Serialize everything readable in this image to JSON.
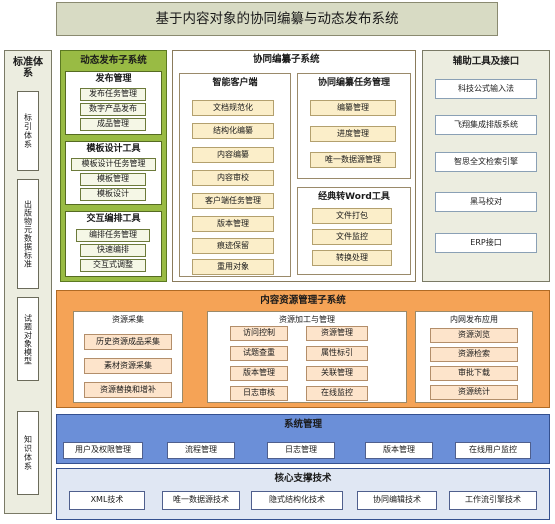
{
  "title": "基于内容对象的协同编纂与动态发布系统",
  "standards": {
    "heading": "标准体系",
    "items": [
      "标引体系",
      "出版物元数据标准",
      "试题对象模型",
      "知识体系"
    ]
  },
  "dynamic": {
    "heading": "动态发布子系统",
    "publish": {
      "heading": "发布管理",
      "items": [
        "发布任务管理",
        "数字产品发布",
        "成品管理"
      ]
    },
    "template": {
      "heading": "模板设计工具",
      "items": [
        "模板设计任务管理",
        "模板管理",
        "模板设计"
      ]
    },
    "layout": {
      "heading": "交互编排工具",
      "items": [
        "编排任务管理",
        "快速编排",
        "交互式调整"
      ]
    }
  },
  "collab": {
    "heading": "协同编纂子系统",
    "client": {
      "heading": "智能客户端",
      "items": [
        "文档规范化",
        "结构化编纂",
        "内容编纂",
        "内容审校",
        "客户端任务管理",
        "版本管理",
        "痕迹保留",
        "重用对象"
      ]
    },
    "task": {
      "heading": "协同编纂任务管理",
      "items": [
        "编纂管理",
        "进度管理",
        "唯一数据源管理"
      ]
    },
    "word": {
      "heading": "经典转Word工具",
      "items": [
        "文件打包",
        "文件监控",
        "转换处理"
      ]
    }
  },
  "aux": {
    "heading": "辅助工具及接口",
    "items": [
      "科技公式输入法",
      "飞翔集成排版系统",
      "智思全文检索引擎",
      "黑马校对",
      "ERP接口"
    ]
  },
  "resource": {
    "heading": "内容资源管理子系统",
    "collect": {
      "heading": "资源采集",
      "items": [
        "历史资源成品采集",
        "素材资源采集",
        "资源替换和增补"
      ]
    },
    "process": {
      "heading": "资源加工与管理",
      "items": [
        "访问控制",
        "资源管理",
        "试题查重",
        "属性标引",
        "版本管理",
        "关联管理",
        "日志审核",
        "在线监控"
      ]
    },
    "intranet": {
      "heading": "内网发布应用",
      "items": [
        "资源浏览",
        "资源检索",
        "审批下载",
        "资源统计"
      ]
    }
  },
  "system": {
    "heading": "系统管理",
    "items": [
      "用户及权限管理",
      "流程管理",
      "日志管理",
      "版本管理",
      "在线用户监控"
    ]
  },
  "core": {
    "heading": "核心支撑技术",
    "items": [
      "XML技术",
      "唯一数据源技术",
      "隐式结构化技术",
      "协同编辑技术",
      "工作流引擎技术"
    ]
  },
  "colors": {
    "title_bg": "#d8dbc4",
    "standards_bg": "#ecede0",
    "dynamic_bg": "#99bb44",
    "collab_bg": "#ffffff",
    "aux_bg": "#ecede0",
    "resource_bg": "#f5a356",
    "system_bg": "#6b8fd8",
    "core_bg": "#e0e7f3"
  }
}
